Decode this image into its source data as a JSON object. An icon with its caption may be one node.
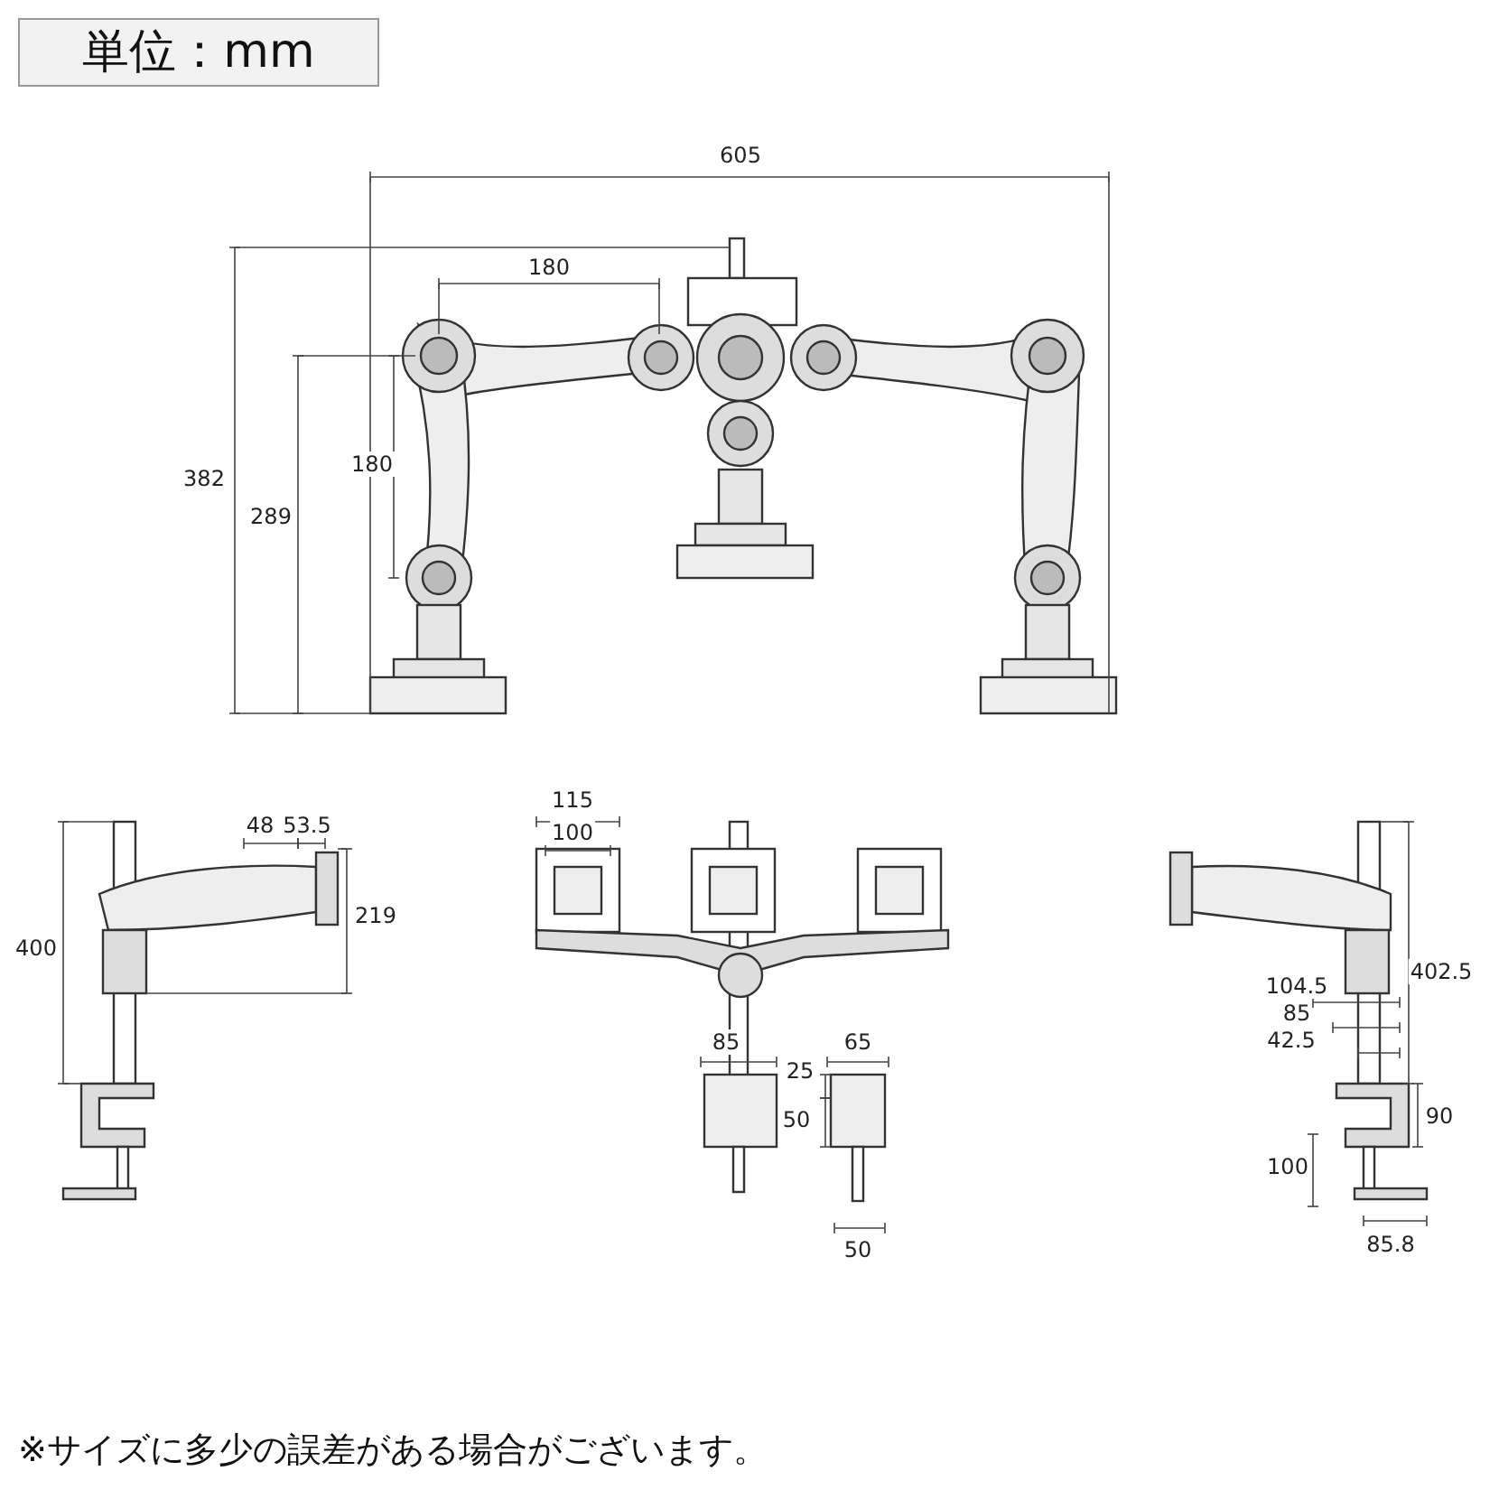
{
  "diagram": {
    "caption": "※サイズに多少の誤差がある場合がございます。",
    "labels": [
      "単位：mm",
      "605",
      "180",
      "382",
      "180",
      "289",
      "48",
      "53.5",
      "115",
      "100",
      "219",
      "400",
      "402.5",
      "104.5",
      "85",
      "85",
      "65",
      "42.5",
      "25",
      "50",
      "90",
      "100",
      "50",
      "85.8"
    ]
  }
}
